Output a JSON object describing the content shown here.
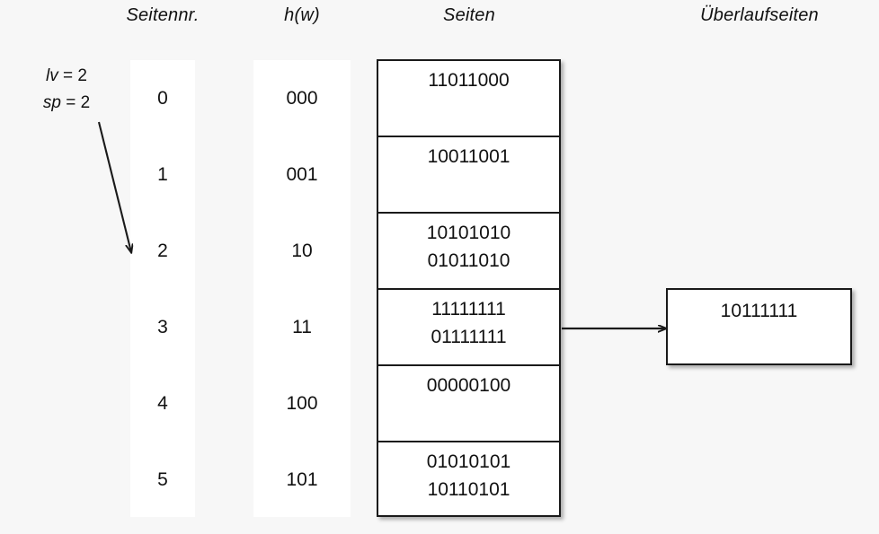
{
  "headers": {
    "seitennr": "Seitennr.",
    "hw": "h(w)",
    "seiten": "Seiten",
    "ueberlaufseiten": "Überlaufseiten"
  },
  "legend": {
    "lv_var": "lv",
    "lv_value": "= 2",
    "sp_var": "sp",
    "sp_value": "= 2"
  },
  "rows": [
    {
      "seitennr": "0",
      "hw": "000"
    },
    {
      "seitennr": "1",
      "hw": "001"
    },
    {
      "seitennr": "2",
      "hw": "10"
    },
    {
      "seitennr": "3",
      "hw": "11"
    },
    {
      "seitennr": "4",
      "hw": "100"
    },
    {
      "seitennr": "5",
      "hw": "101"
    }
  ],
  "pages": [
    {
      "records": [
        "11011000"
      ]
    },
    {
      "records": [
        "10011001"
      ]
    },
    {
      "records": [
        "10101010",
        "01011010"
      ]
    },
    {
      "records": [
        "11111111",
        "01111111"
      ]
    },
    {
      "records": [
        "00000100"
      ]
    },
    {
      "records": [
        "01010101",
        "10110101"
      ]
    }
  ],
  "overflow_pages": [
    {
      "records": [
        "10111111"
      ]
    }
  ],
  "colors": {
    "background": "#f7f7f7",
    "panel": "#ffffff",
    "stroke": "#1a1a1a",
    "text": "#111111"
  }
}
